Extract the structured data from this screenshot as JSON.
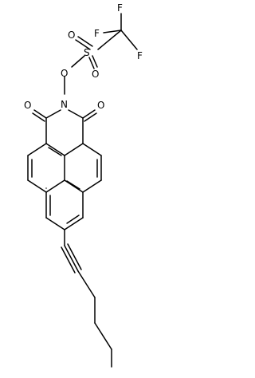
{
  "molecule": {
    "atoms": {
      "F1": "F",
      "F2": "F",
      "F3": "F",
      "S": "S",
      "O_s1": "O",
      "O_s2": "O",
      "O_link": "O",
      "N": "N",
      "O_left": "O",
      "O_right": "O"
    }
  }
}
